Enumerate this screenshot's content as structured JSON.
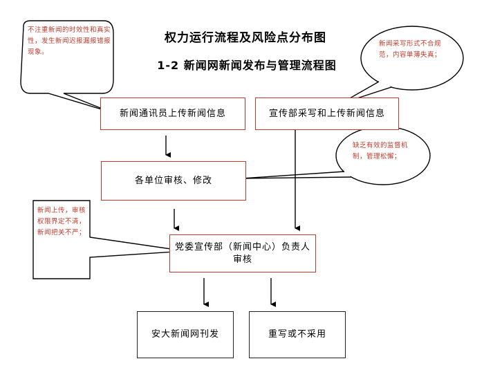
{
  "title": "权力运行流程及风险点分布图",
  "subtitle": "1-2   新闻网新闻发布与管理流程图",
  "steps": {
    "upload_news": "新闻通讯员上传新闻信息",
    "publicity_upload": "宣传部采写和上传新闻信息",
    "unit_review": "各单位审核、修改",
    "dept_head_review_line1": "党委宣传部（新闻中心）负责人",
    "dept_head_review_line2": "审核",
    "publish": "安大新闻网刊发",
    "rewrite": "重写或不采用"
  },
  "risks": {
    "timeliness": "不注重新闻的时效性和真实性，发生新闻迟报漏报错报现象。",
    "format": "新闻采写形式不合规范，内容单薄失真；",
    "supervision": "缺乏有效的监督机制，管理松懈；",
    "authority": "新闻上传，审核权限界定不清，新闻把关不严；"
  },
  "colors": {
    "risk_text": "#c0392b",
    "box_border": "#c0392b"
  }
}
